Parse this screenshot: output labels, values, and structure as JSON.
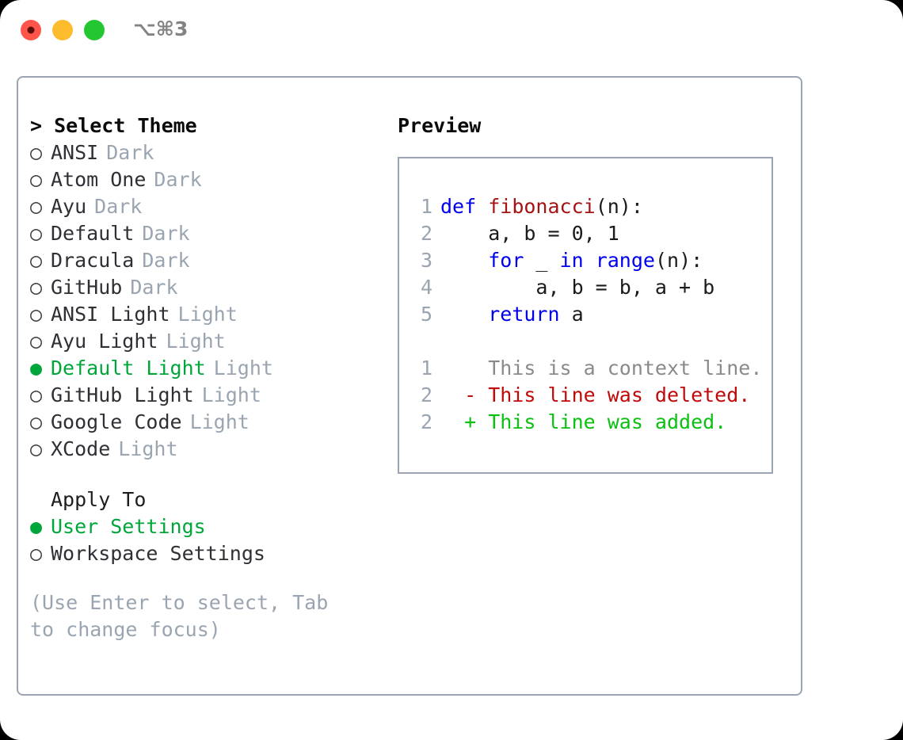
{
  "titlebar": {
    "shortcut": "⌥⌘3",
    "lights": [
      {
        "name": "close",
        "color": "#ff544a"
      },
      {
        "name": "minimize",
        "color": "#fdbc2e"
      },
      {
        "name": "maximize",
        "color": "#24c732"
      }
    ]
  },
  "theme_picker": {
    "title": "> Select Theme",
    "selected_marker": "●",
    "unselected_marker": "○",
    "items": [
      {
        "label": "ANSI",
        "tag": "Dark",
        "selected": false
      },
      {
        "label": "Atom One",
        "tag": "Dark",
        "selected": false
      },
      {
        "label": "Ayu",
        "tag": "Dark",
        "selected": false
      },
      {
        "label": "Default",
        "tag": "Dark",
        "selected": false
      },
      {
        "label": "Dracula",
        "tag": "Dark",
        "selected": false
      },
      {
        "label": "GitHub",
        "tag": "Dark",
        "selected": false
      },
      {
        "label": "ANSI Light",
        "tag": "Light",
        "selected": false
      },
      {
        "label": "Ayu Light",
        "tag": "Light",
        "selected": false
      },
      {
        "label": "Default Light",
        "tag": "Light",
        "selected": true
      },
      {
        "label": "GitHub Light",
        "tag": "Light",
        "selected": false
      },
      {
        "label": "Google Code",
        "tag": "Light",
        "selected": false
      },
      {
        "label": "XCode",
        "tag": "Light",
        "selected": false
      }
    ]
  },
  "apply_to": {
    "title": "Apply To",
    "items": [
      {
        "label": "User Settings",
        "selected": true
      },
      {
        "label": "Workspace Settings",
        "selected": false
      }
    ]
  },
  "hint": "(Use Enter to select, Tab to change focus)",
  "preview": {
    "title": "Preview",
    "code_lines": [
      {
        "number": "1",
        "tokens": [
          {
            "text": "def ",
            "kind": "kw"
          },
          {
            "text": "fibonacci",
            "kind": "fn"
          },
          {
            "text": "(n):",
            "kind": "plain"
          }
        ]
      },
      {
        "number": "2",
        "tokens": [
          {
            "text": "    a, b = ",
            "kind": "plain"
          },
          {
            "text": "0",
            "kind": "num"
          },
          {
            "text": ", ",
            "kind": "plain"
          },
          {
            "text": "1",
            "kind": "num"
          }
        ]
      },
      {
        "number": "3",
        "tokens": [
          {
            "text": "    ",
            "kind": "plain"
          },
          {
            "text": "for",
            "kind": "kw"
          },
          {
            "text": " _ ",
            "kind": "plain"
          },
          {
            "text": "in",
            "kind": "kw"
          },
          {
            "text": " ",
            "kind": "plain"
          },
          {
            "text": "range",
            "kind": "kw"
          },
          {
            "text": "(n):",
            "kind": "plain"
          }
        ]
      },
      {
        "number": "4",
        "tokens": [
          {
            "text": "        a, b = b, a + b",
            "kind": "plain"
          }
        ]
      },
      {
        "number": "5",
        "tokens": [
          {
            "text": "    ",
            "kind": "plain"
          },
          {
            "text": "return",
            "kind": "kw"
          },
          {
            "text": " a",
            "kind": "plain"
          }
        ]
      }
    ],
    "diff_lines": [
      {
        "number": "1",
        "marker": " ",
        "text": " This is a context line.",
        "kind": "ctx"
      },
      {
        "number": "2",
        "marker": "-",
        "text": " This line was deleted.",
        "kind": "del"
      },
      {
        "number": "2",
        "marker": "+",
        "text": " This line was added.",
        "kind": "add"
      }
    ]
  },
  "colors": {
    "accent_green": "#00a63a",
    "border": "#9aa5b1",
    "muted": "#9aa5b1",
    "keyword": "#0000ee",
    "function": "#a51414",
    "diff_add": "#0ac011",
    "diff_del": "#c00909",
    "diff_ctx": "#8a8a8a"
  }
}
